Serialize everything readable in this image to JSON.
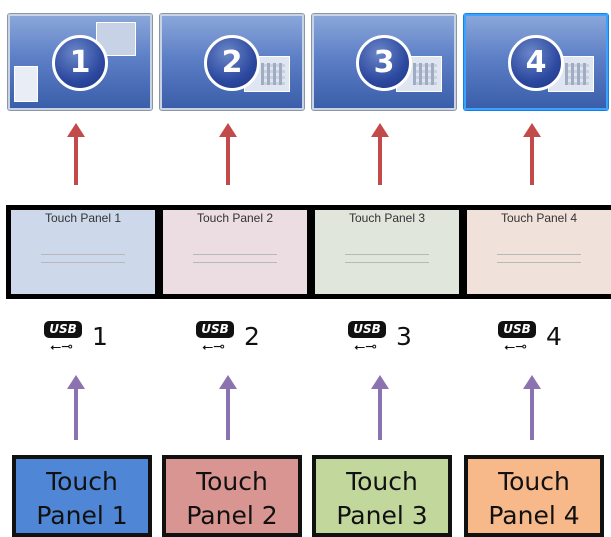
{
  "monitors": [
    {
      "number": "1",
      "selected": false
    },
    {
      "number": "2",
      "selected": false
    },
    {
      "number": "3",
      "selected": false
    },
    {
      "number": "4",
      "selected": true
    }
  ],
  "panels": [
    {
      "title": "Touch Panel 1",
      "bg": "#cdd9ea"
    },
    {
      "title": "Touch Panel 2",
      "bg": "#ebdde1"
    },
    {
      "title": "Touch Panel 3",
      "bg": "#e1e6dc"
    },
    {
      "title": "Touch Panel 4",
      "bg": "#f0e2da"
    }
  ],
  "usb": [
    {
      "logo": "USB",
      "number": "1"
    },
    {
      "logo": "USB",
      "number": "2"
    },
    {
      "logo": "USB",
      "number": "3"
    },
    {
      "logo": "USB",
      "number": "4"
    }
  ],
  "boxes": [
    {
      "line1": "Touch",
      "line2": "Panel 1",
      "bg": "#4f87d6"
    },
    {
      "line1": "Touch",
      "line2": "Panel 2",
      "bg": "#d99591"
    },
    {
      "line1": "Touch",
      "line2": "Panel 3",
      "bg": "#c2d79c"
    },
    {
      "line1": "Touch",
      "line2": "Panel 4",
      "bg": "#f7b88a"
    }
  ]
}
